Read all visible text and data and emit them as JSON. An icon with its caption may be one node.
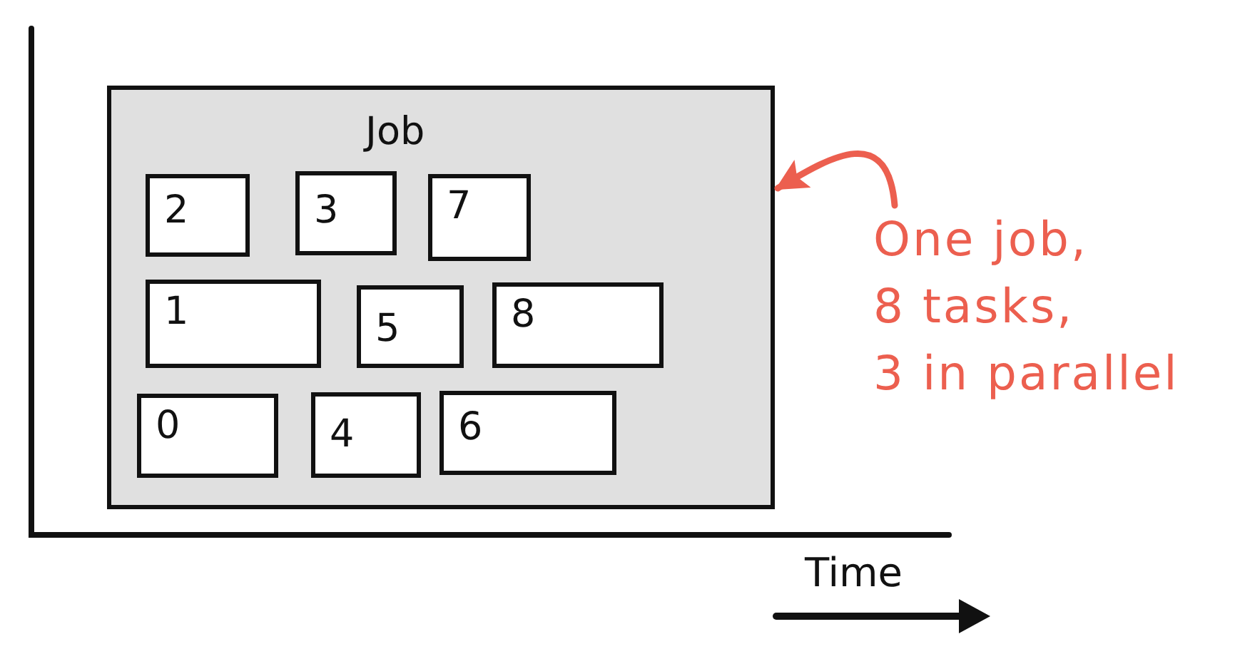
{
  "diagram": {
    "nodes": [
      {
        "text": [
          "Job"
        ]
      },
      {
        "text": [
          "2"
        ],
        "in": 0
      },
      {
        "text": [
          "3"
        ],
        "in": 0
      },
      {
        "text": [
          "7"
        ],
        "in": 0
      },
      {
        "text": [
          "1"
        ],
        "in": 0
      },
      {
        "text": [
          "5"
        ],
        "in": 0
      },
      {
        "text": [
          "8"
        ],
        "in": 0
      },
      {
        "text": [
          "0"
        ],
        "in": 0
      },
      {
        "text": [
          "4"
        ],
        "in": 0
      },
      {
        "text": [
          "6"
        ],
        "in": 0
      },
      {
        "text": [
          "One job, 8 tasks, 3 in parallel"
        ]
      }
    ],
    "edges": [
      {
        "from": 10,
        "to": 0,
        "arrow": "to"
      }
    ],
    "labels": [
      "Time"
    ]
  }
}
